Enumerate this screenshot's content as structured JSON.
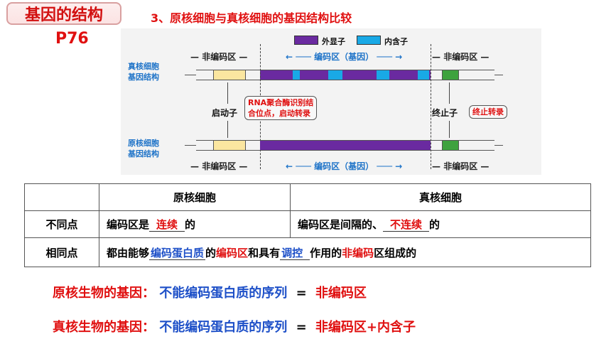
{
  "header": {
    "title": "基因的结构",
    "page_ref": "P76",
    "section_heading": "3、原核细胞与真核细胞的基因结构比较"
  },
  "diagram": {
    "legend": {
      "exon": "外显子",
      "intron": "内含子",
      "exon_color": "#6a2aa0",
      "intron_color": "#19a9e6"
    },
    "euk_gene_label": [
      "真核细胞",
      "基因结构"
    ],
    "prok_gene_label": [
      "原核细胞",
      "基因结构"
    ],
    "top_regions": {
      "left": "非编码区",
      "middle": "编码区（基因）",
      "right": "非编码区"
    },
    "bottom_regions": {
      "left": "非编码区",
      "middle": "编码区（基因）",
      "right": "非编码区"
    },
    "promoter": "启动子",
    "promoter_note": [
      "RNA聚合酶识别结",
      "合位点，启动转录"
    ],
    "terminator": "终止子",
    "terminator_note": "终止转录",
    "promoter_color": "#fbe6a0",
    "terminator_color": "#3ea23e"
  },
  "table": {
    "headers": [
      "",
      "原核细胞",
      "真核细胞"
    ],
    "row1": {
      "label": "不同点",
      "prok_prefix": "编码区是",
      "prok_blank": "连续",
      "prok_suffix": "的",
      "euk_prefix": "编码区是间隔的、",
      "euk_blank": "不连续",
      "euk_suffix": "的"
    },
    "row2": {
      "label": "相同点",
      "t1": "都由能够",
      "blank1": "编码蛋白质",
      "t2": "的",
      "t3": "编码区",
      "t4": "和具有",
      "blank2": "调控",
      "t5": "作用的",
      "t6": "非编码",
      "t7": "区组成的"
    }
  },
  "summary": {
    "line1": {
      "prefix": "原核生物的基因：",
      "middle": "不能编码蛋白质的序列",
      "eq": "=",
      "result": "非编码区"
    },
    "line2": {
      "prefix": "真核生物的基因：",
      "middle": "不能编码蛋白质的序列",
      "eq": "=",
      "result": "非编码区+内含子"
    }
  }
}
